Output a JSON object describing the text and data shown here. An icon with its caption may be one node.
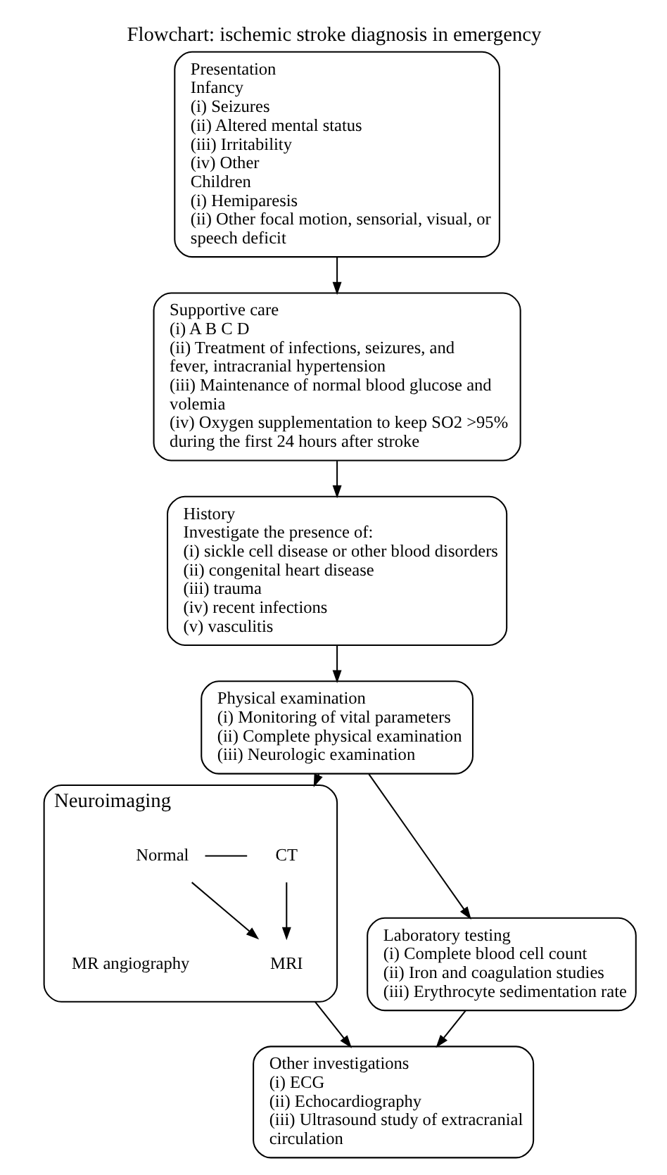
{
  "diagram": {
    "title": "Flowchart: ischemic stroke diagnosis in emergency",
    "nodes": [
      {
        "text": [
          "Presentation",
          "Infancy",
          "(i) Seizures",
          "(ii) Altered mental status",
          "(iii) Irritability",
          "(iv) Other",
          "Children",
          "(i) Hemiparesis",
          "(ii) Other focal motion, sensorial, visual, or speech deficit"
        ]
      },
      {
        "text": [
          "Supportive care",
          "(i) A B C D",
          "(ii) Treatment of infections, seizures, and fever, intracranial hypertension",
          "(iii) Maintenance of normal blood glucose and volemia",
          "(iv) Oxygen supplementation to keep SO2 >95% during the first 24 hours after stroke"
        ]
      },
      {
        "text": [
          "History",
          "Investigate the presence of:",
          "(i) sickle cell disease or other blood disorders",
          "(ii) congenital heart disease",
          "(iii) trauma",
          "(iv) recent infections",
          "(v) vasculitis"
        ]
      },
      {
        "text": [
          "Physical examination",
          "(i) Monitoring of vital parameters",
          "(ii) Complete physical examination",
          "(iii) Neurologic examination"
        ]
      },
      {
        "text": [
          "Neuroimaging"
        ]
      },
      {
        "text": [
          "CT"
        ],
        "in": 4
      },
      {
        "text": [
          "Normal"
        ],
        "in": 4
      },
      {
        "text": [
          "MRI"
        ],
        "in": 4
      },
      {
        "text": [
          "MR angiography"
        ],
        "in": 4
      },
      {
        "text": [
          "Laboratory testing",
          "(i) Complete blood cell count",
          "(ii) Iron and coagulation studies",
          "(iii) Erythrocyte sedimentation rate"
        ]
      },
      {
        "text": [
          "Other investigations",
          "(i) ECG",
          "(ii) Echocardiography",
          "(iii) Ultrasound study of extracranial circulation"
        ]
      }
    ],
    "edges": [
      {
        "from": 0,
        "to": 1,
        "arrow": "to"
      },
      {
        "from": 1,
        "to": 2,
        "arrow": "to"
      },
      {
        "from": 2,
        "to": 3,
        "arrow": "to"
      },
      {
        "from": 3,
        "to": 4,
        "arrow": "to"
      },
      {
        "from": 3,
        "to": 9,
        "arrow": "to"
      },
      {
        "from": 5,
        "to": 7,
        "arrow": "to"
      },
      {
        "from": 6,
        "to": 5,
        "arrow": "none"
      },
      {
        "from": 6,
        "to": 7,
        "arrow": "to"
      },
      {
        "from": 4,
        "to": 10,
        "arrow": "to"
      },
      {
        "from": 9,
        "to": 10,
        "arrow": "to"
      }
    ]
  }
}
